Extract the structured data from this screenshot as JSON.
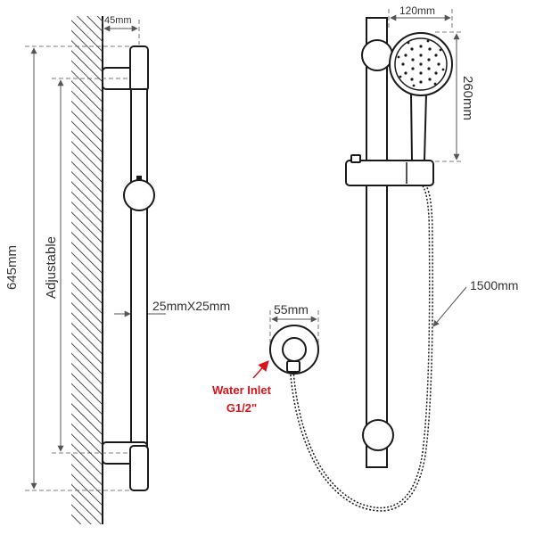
{
  "dimensions": {
    "wall_offset": "45mm",
    "total_height": "645mm",
    "adjustable": "Adjustable",
    "rail_section": "25mmX25mm",
    "head_diameter": "120mm",
    "head_length": "260mm",
    "hose_length": "1500mm",
    "inlet_diameter": "55mm"
  },
  "callout": {
    "line1": "Water Inlet",
    "line2": "G1/2\""
  },
  "colors": {
    "outline": "#1a1a1a",
    "dimension": "#555555",
    "callout": "#d9141b"
  }
}
